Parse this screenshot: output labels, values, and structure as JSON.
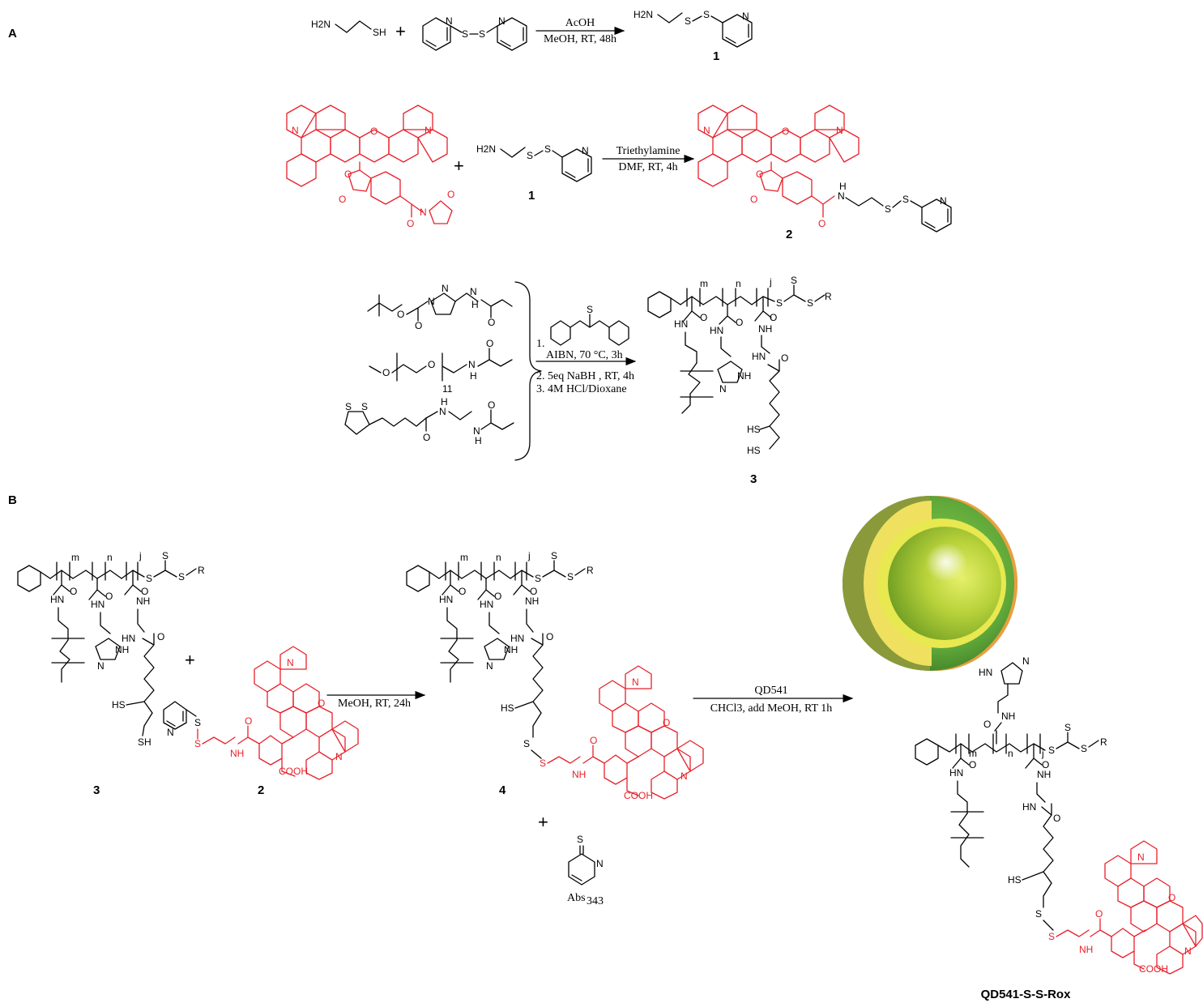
{
  "panels": {
    "a": "A",
    "b": "B"
  },
  "reaction1": {
    "reactant1_atoms": [
      "H2N",
      "SH"
    ],
    "reactant2_atoms": [
      "S",
      "S",
      "N",
      "N"
    ],
    "conditions": [
      "AcOH",
      "MeOH, RT, 48h"
    ],
    "product_label": "1",
    "product_atoms": [
      "H2N",
      "S",
      "S",
      "N"
    ]
  },
  "reaction2": {
    "reagent_label": "1",
    "conditions": [
      "Triethylamine",
      "DMF, RT, 4h"
    ],
    "product_label": "2",
    "dye_atoms": [
      "N",
      "O",
      "N",
      "O",
      "O",
      "N",
      "O",
      "O"
    ],
    "product_atoms": [
      "N",
      "H",
      "S",
      "S",
      "N"
    ]
  },
  "reaction3": {
    "monomer2_text": [
      "O",
      "O",
      "11",
      "N",
      "H",
      "O"
    ],
    "monomer3_text": [
      "S",
      "S",
      "N",
      "H",
      "O",
      "N",
      "H",
      "O"
    ],
    "conditions": [
      "1.",
      "AIBN, 70 °C, 3h",
      "2. 5eq NaBH , RT, 4h",
      "3. 4M HCl/Dioxane"
    ],
    "product_label": "3",
    "polymer_text": [
      "m",
      "n",
      "j",
      "S",
      "S",
      "S",
      "R",
      "HN",
      "O",
      "HN",
      "O",
      "NH",
      "O",
      "NH",
      "N",
      "O",
      "HS",
      "HS"
    ]
  },
  "reaction4": {
    "label_3": "3",
    "label_2": "2",
    "conditions": [
      "MeOH, RT, 24h"
    ],
    "product_label": "4",
    "byproduct_label": "Abs",
    "byproduct_sub": "343",
    "cooh": "COOH"
  },
  "reaction5": {
    "conditions": [
      "QD541",
      "CHCl3, add MeOH, RT 1h"
    ],
    "product_name": "QD541-S-S-Rox"
  }
}
